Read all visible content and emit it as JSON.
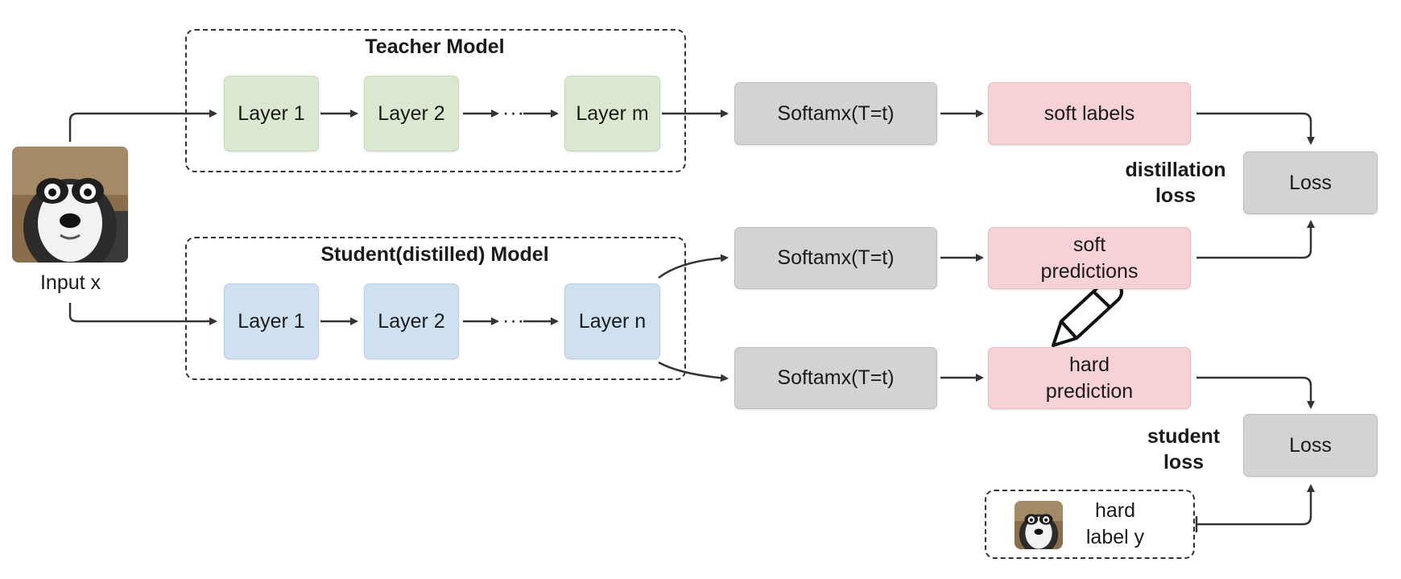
{
  "teacher": {
    "title": "Teacher Model",
    "layers": [
      "Layer 1",
      "Layer 2",
      "Layer m"
    ],
    "dots": "···"
  },
  "student": {
    "title": "Student(distilled) Model",
    "layers": [
      "Layer 1",
      "Layer 2",
      "Layer n"
    ],
    "dots": "···"
  },
  "input": {
    "label": "Input x"
  },
  "softmax": {
    "label": "Softamx(T=t)"
  },
  "outputs": {
    "soft_labels": "soft labels",
    "soft_predictions": [
      "soft",
      "predictions"
    ],
    "hard_prediction": [
      "hard",
      "prediction"
    ]
  },
  "loss": {
    "label": "Loss"
  },
  "distillation_loss": [
    "distillation",
    "loss"
  ],
  "student_loss": [
    "student",
    "loss"
  ],
  "hard_label": [
    "hard",
    "label y"
  ],
  "colors": {
    "layer_teacher": "#d9e8cf",
    "layer_student": "#cfe0f0",
    "softmax": "#d3d3d3",
    "prediction": "#f6d2d6",
    "loss": "#d3d3d3"
  }
}
